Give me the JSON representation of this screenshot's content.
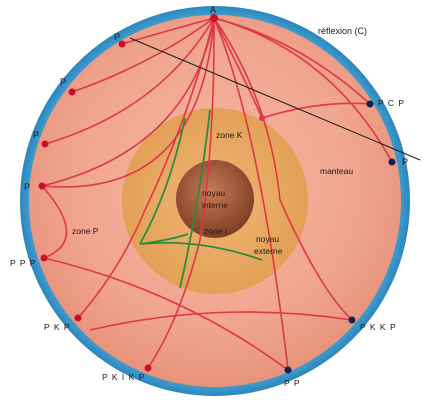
{
  "labels": {
    "source": "A",
    "reflection": "réflexion (C)",
    "p_top": "P",
    "p_left_1": "P",
    "p_left_2": "P",
    "p_left_3": "P",
    "p_right": "P",
    "pcp": "P C P",
    "ppp": "P P P",
    "pkp": "P K P",
    "pkikp": "P K I K P",
    "pp": "P P",
    "pkkp": "P K K P",
    "zone_k": "zone K",
    "manteau": "manteau",
    "zone_p": "zone P",
    "zone_i": "zone I",
    "noyau_interne_1": "noyau",
    "noyau_interne_2": "interne",
    "noyau_externe_1": "noyau",
    "noyau_externe_2": "externe"
  },
  "colors": {
    "crust": "#3a9fd4",
    "mantle": "#f0a58f",
    "outer_core": "#e8a960",
    "inner_core": "#9b5a3a",
    "ray": "#e0364a",
    "k_path": "#2e8b3a",
    "station_red": "#c8102e",
    "station_navy": "#1a1f4a"
  }
}
